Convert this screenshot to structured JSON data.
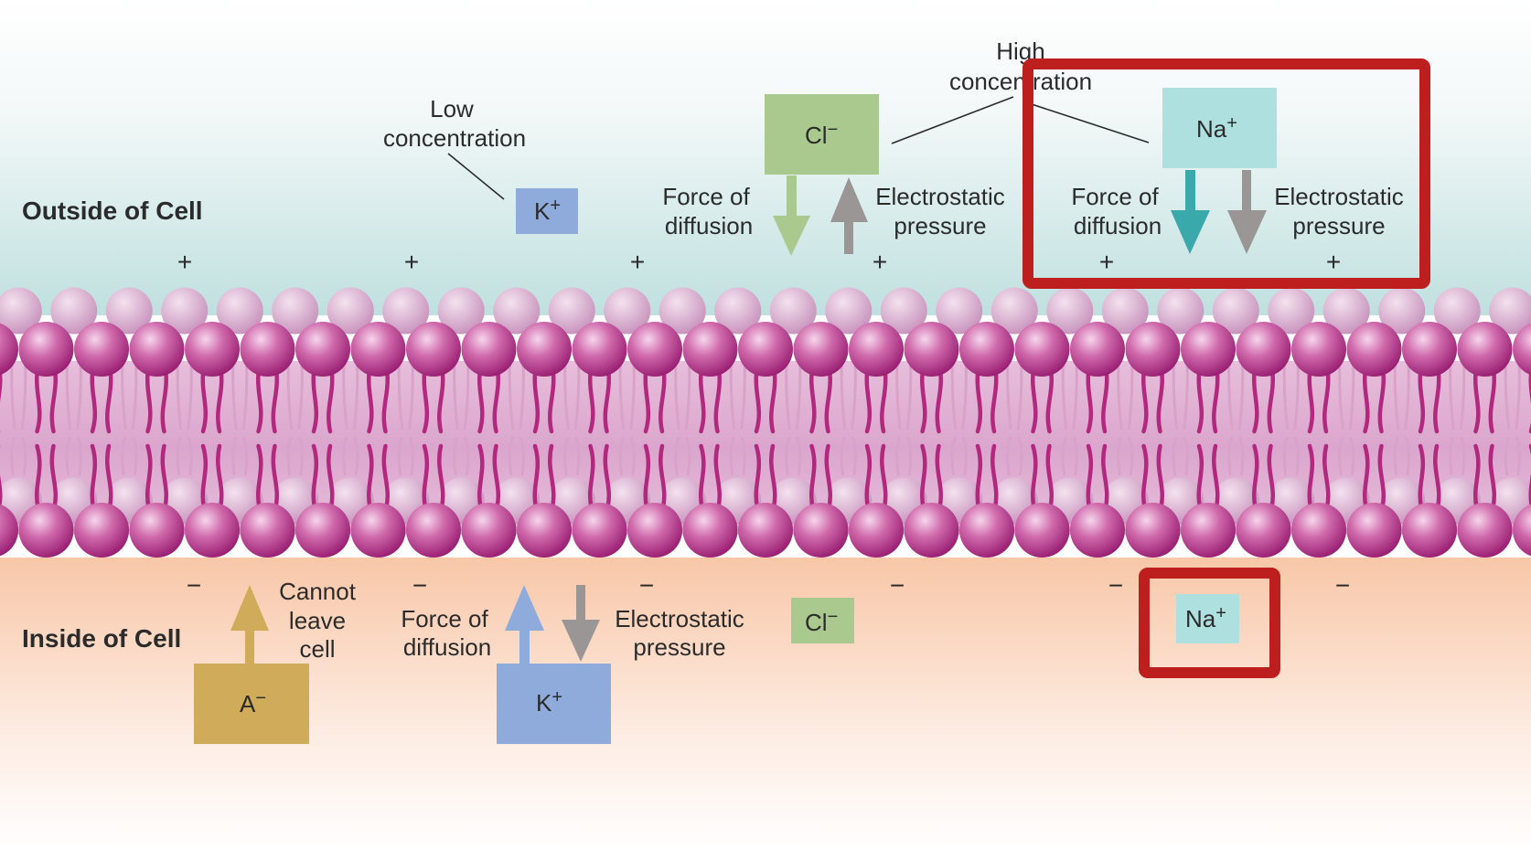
{
  "regions": {
    "outside_label": "Outside of Cell",
    "inside_label": "Inside of Cell"
  },
  "outside": {
    "charge_symbol": "+",
    "low_concentration": [
      "Low",
      "concentration"
    ],
    "high_concentration": [
      "High",
      "concentration"
    ],
    "k_ion": "K",
    "k_charge": "+",
    "cl_ion": "Cl",
    "cl_charge": "−",
    "na_ion": "Na",
    "na_charge": "+",
    "cl_force_of_diffusion": [
      "Force of",
      "diffusion"
    ],
    "cl_electrostatic": [
      "Electrostatic",
      "pressure"
    ],
    "na_force_of_diffusion": [
      "Force of",
      "diffusion"
    ],
    "na_electrostatic": [
      "Electrostatic",
      "pressure"
    ]
  },
  "inside": {
    "charge_symbol": "−",
    "a_ion": "A",
    "a_charge": "−",
    "cannot_leave": [
      "Cannot",
      "leave",
      "cell"
    ],
    "k_force_of_diffusion": [
      "Force of",
      "diffusion"
    ],
    "k_electrostatic": [
      "Electrostatic",
      "pressure"
    ],
    "k_ion": "K",
    "k_charge": "+",
    "cl_ion": "Cl",
    "cl_charge": "−",
    "na_ion": "Na",
    "na_charge": "+"
  },
  "colors": {
    "membrane_head": "#c0479a",
    "membrane_tail": "#b3287f",
    "k_box": "#8eabdb",
    "cl_box": "#a9c98e",
    "na_box": "#aee0e0",
    "a_box": "#cfab5a",
    "diffusion_arrow_cl": "#a9c98e",
    "diffusion_arrow_na": "#3aa9ab",
    "diffusion_arrow_k": "#8eabdb",
    "a_arrow": "#cfab5a",
    "electrostatic_arrow": "#9a9696",
    "highlight_box": "#bd1e1e"
  }
}
